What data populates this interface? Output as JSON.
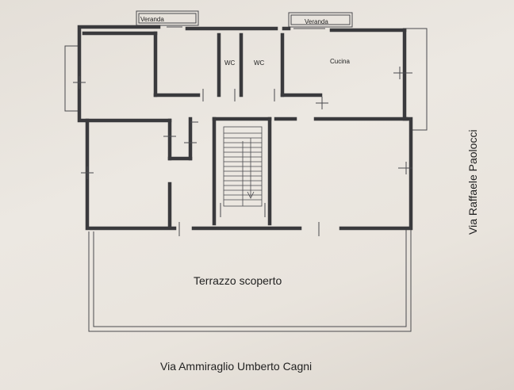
{
  "labels": {
    "veranda_left": "Veranda",
    "veranda_right": "Veranda",
    "wc_1": "WC",
    "wc_2": "WC",
    "kitchen": "Cucina",
    "terrace": "Terrazzo scoperto",
    "street_right": "Via Raffaele Paolocci",
    "street_bottom": "Via Ammiraglio Umberto Cagni"
  }
}
